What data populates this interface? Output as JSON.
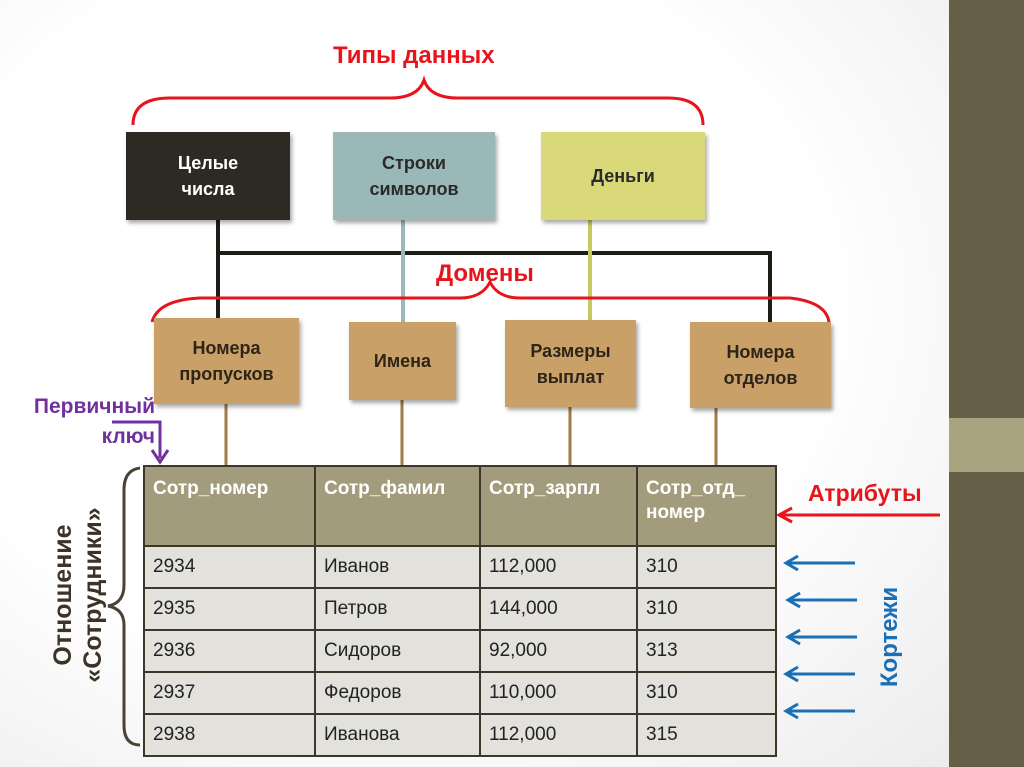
{
  "title": "Типы данных",
  "types": [
    {
      "label": "Целые\nчисла"
    },
    {
      "label": "Строки\nсимволов"
    },
    {
      "label": "Деньги"
    }
  ],
  "domains_title": "Домены",
  "domains": [
    {
      "label": "Номера\nпропусков"
    },
    {
      "label": "Имена"
    },
    {
      "label": "Размеры\nвыплат"
    },
    {
      "label": "Номера\nотделов"
    }
  ],
  "primary_key": "Первичный\nключ",
  "relation": "Отношение\n«Сотрудники»",
  "attributes": "Атрибуты",
  "tuples": "Кортежи",
  "table": {
    "headers": [
      "Сотр_номер",
      "Сотр_фамил",
      "Сотр_зарпл",
      "Сотр_отд_\nномер"
    ],
    "rows": [
      [
        "2934",
        "Иванов",
        "112,000",
        "310"
      ],
      [
        "2935",
        "Петров",
        "144,000",
        "310"
      ],
      [
        "2936",
        "Сидоров",
        "92,000",
        "313"
      ],
      [
        "2937",
        "Федоров",
        "110,000",
        "310"
      ],
      [
        "2938",
        "Иванова",
        "112,000",
        "315"
      ]
    ]
  },
  "colors": {
    "red": "#e8141b",
    "purple": "#7030a0",
    "blue": "#1a6fb7",
    "tan": "#c8a068",
    "dark": "#2c2a22",
    "teal": "#9bb8b8",
    "yellow": "#d9d97a"
  }
}
